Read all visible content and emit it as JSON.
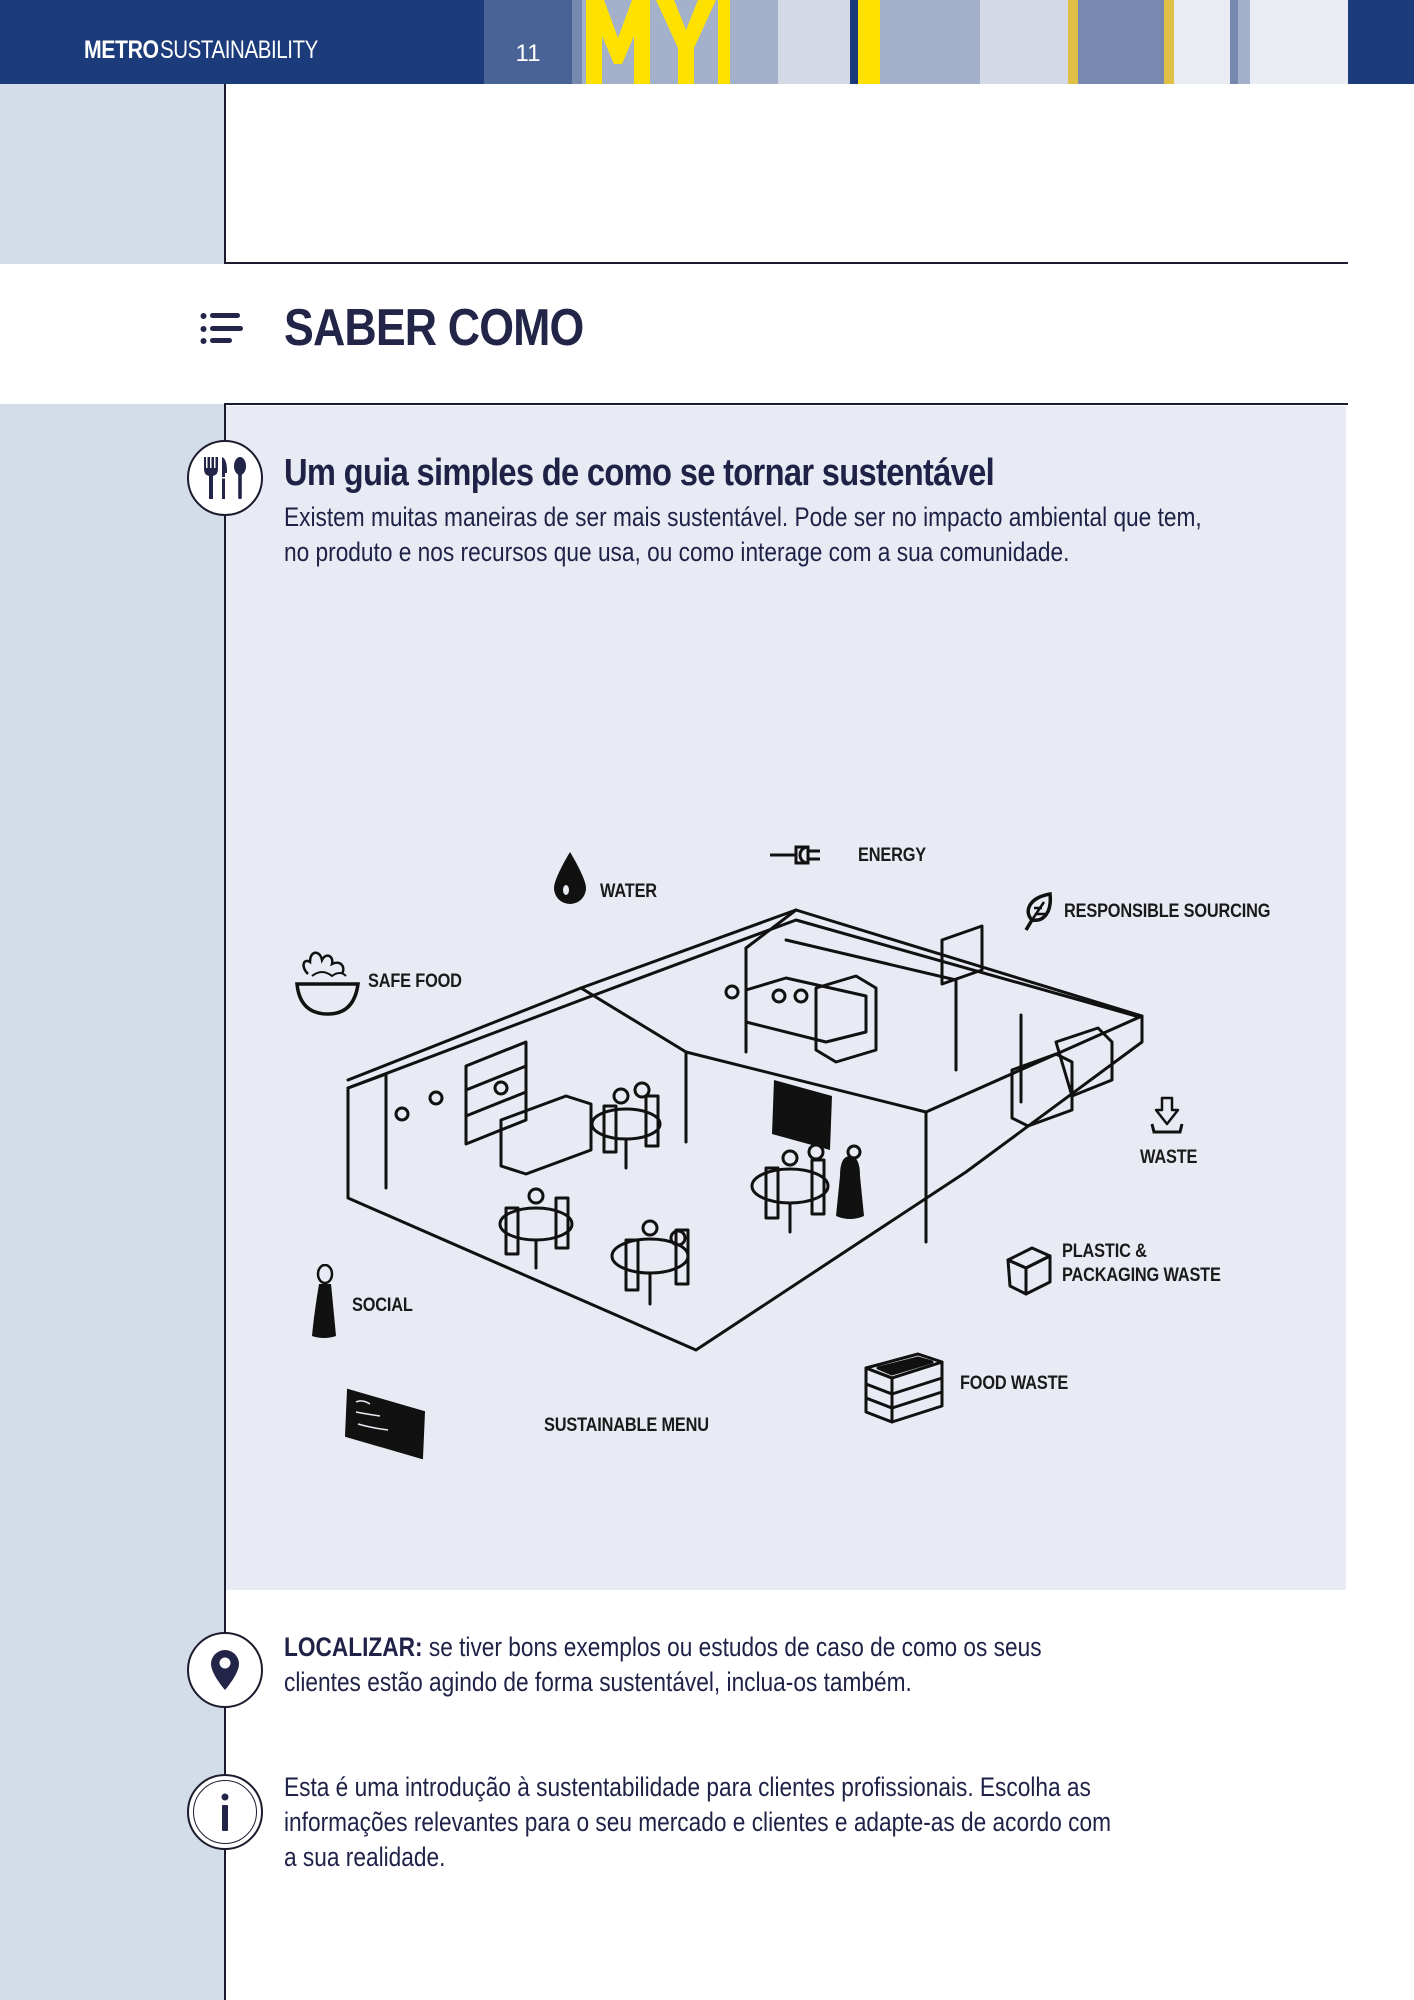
{
  "header": {
    "brand_bold": "METRO",
    "brand_light": "SUSTAINABILITY",
    "page_number": "11",
    "colors": {
      "navy": "#1c3b7a",
      "slate": "#4a6396",
      "yellow": "#ffe100",
      "light_blue": "#a3b1cb",
      "pale_blue": "#d3dae6",
      "mid_blue": "#7889b0",
      "gold": "#dfbf45",
      "near_white": "#e9ecf3"
    }
  },
  "section": {
    "title": "SABER COMO",
    "icon": "list-icon"
  },
  "guide": {
    "icon": "cutlery-icon",
    "title": "Um guia simples de como se tornar sustentável",
    "body": "Existem muitas maneiras de ser mais sustentável. Pode ser no impacto ambiental que tem, no produto e nos recursos que usa, ou como interage com a  sua comunidade."
  },
  "illustration": {
    "labels": {
      "energy": "ENERGY",
      "water": "WATER",
      "responsible_sourcing": "RESPONSIBLE SOURCING",
      "safe_food": "SAFE FOOD",
      "waste": "WASTE",
      "plastic_line1": "PLASTIC &",
      "plastic_line2": "PACKAGING WASTE",
      "social": "SOCIAL",
      "food_waste": "FOOD WASTE",
      "sustainable_menu": "SUSTAINABLE MENU"
    },
    "icons": [
      "plug-icon",
      "water-drop-icon",
      "leaf-icon",
      "salad-bowl-icon",
      "waste-arrow-icon",
      "box-icon",
      "person-icon",
      "crate-icon",
      "chalkboard-icon"
    ]
  },
  "notes": {
    "locate": {
      "icon": "location-pin-icon",
      "label": "LOCALIZAR:",
      "text": " se tiver bons exemplos ou estudos de caso de como os seus clientes estão agindo de forma sustentável, inclua-os também."
    },
    "info": {
      "icon": "info-icon",
      "text": "Esta é uma introdução à sustentabilidade para clientes profissionais. Escolha as informações relevantes para o seu mercado e clientes e adapte-as de acordo com a sua realidade."
    }
  }
}
